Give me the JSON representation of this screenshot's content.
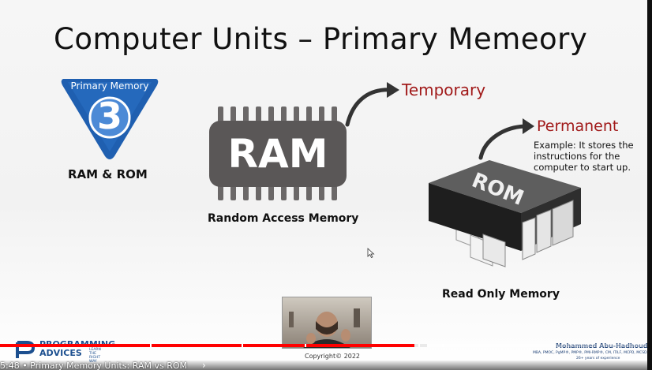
{
  "slide": {
    "title": "Computer Units – Primary Memeory",
    "badge_label": "Primary Memory",
    "badge_number": "3",
    "ram_rom_caption": "RAM & ROM",
    "ram_chip_text": "RAM",
    "ram_caption": "Random Access Memory",
    "temporary_label": "Temporary",
    "rom_chip_text": "ROM",
    "rom_caption": "Read Only Memory",
    "permanent_label": "Permanent",
    "example_text": "Example: It stores the instructions for the computer to start up.",
    "copyright": "Copyright© 2022",
    "brand_name_line1": "PROGRAMMING",
    "brand_name_line2": "ADVICES",
    "brand_tagline": "LEARN THE RIGHT WAY",
    "author_name": "Mohammed Abu-Hadhoud",
    "author_credentials": "MBA, PMOC, PgMP®, PMP®, PMI-RMP®, CM, ITILF, MCPD, MCSD",
    "author_experience": "26+ years of experience"
  },
  "player": {
    "chapter_text": "5:48 • Primary Memory Units: RAM vs ROM",
    "chevron": "›",
    "progress_fraction": 0.64,
    "buffer_fraction": 0.66
  },
  "colors": {
    "accent_red": "#a11a1a",
    "badge_blue": "#1f5fb0",
    "chip_gray": "#5a5757",
    "progress_red": "#ff0000"
  }
}
